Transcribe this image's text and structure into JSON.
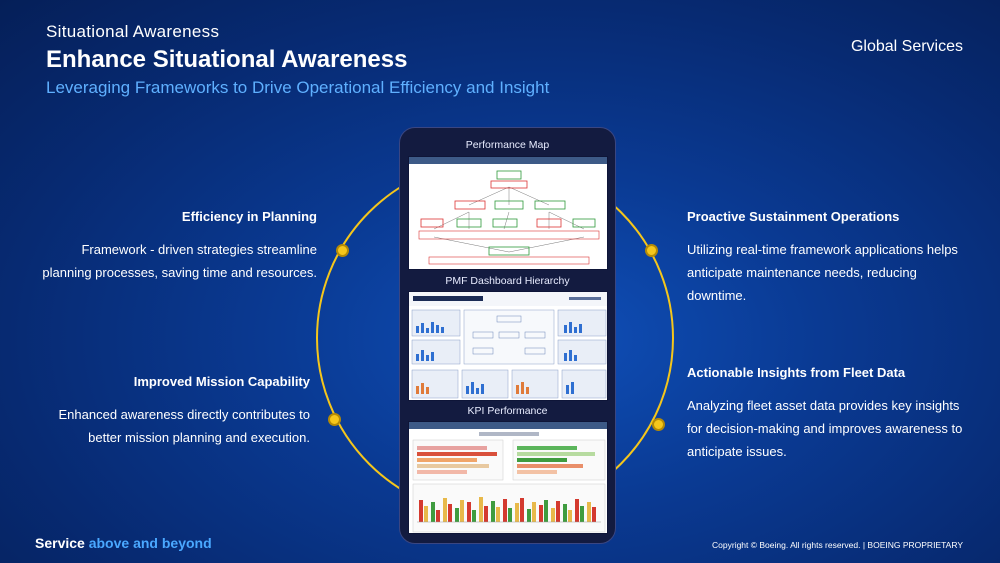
{
  "header": {
    "kicker": "Situational Awareness",
    "title": "Enhance Situational Awareness",
    "subtitle": "Leveraging Frameworks to Drive Operational Efficiency and Insight",
    "brand": "Global Services"
  },
  "device": {
    "panels": [
      {
        "label": "Performance Map"
      },
      {
        "label": "PMF Dashboard Hierarchy"
      },
      {
        "label": "KPI Performance"
      }
    ]
  },
  "points": {
    "efficiency": {
      "title": "Efficiency in Planning",
      "body": "Framework - driven strategies streamline planning processes, saving time and resources."
    },
    "mission": {
      "title": "Improved Mission Capability",
      "body": "Enhanced awareness directly contributes to better mission planning and execution."
    },
    "sustainment": {
      "title": "Proactive Sustainment Operations",
      "body": "Utilizing real-time framework applications helps anticipate maintenance needs, reducing downtime."
    },
    "insights": {
      "title": "Actionable Insights from Fleet Data",
      "body": "Analyzing fleet asset data provides key insights for decision-making and improves awareness to anticipate issues."
    }
  },
  "footer": {
    "brand_lead": "Service",
    "brand_accent": "above and beyond",
    "copyright": "Copyright © Boeing. All rights reserved.  |  BOEING PROPRIETARY"
  },
  "colors": {
    "accent": "#5fb0ff",
    "ring": "#f5c61b",
    "background": "#0a3a93"
  }
}
